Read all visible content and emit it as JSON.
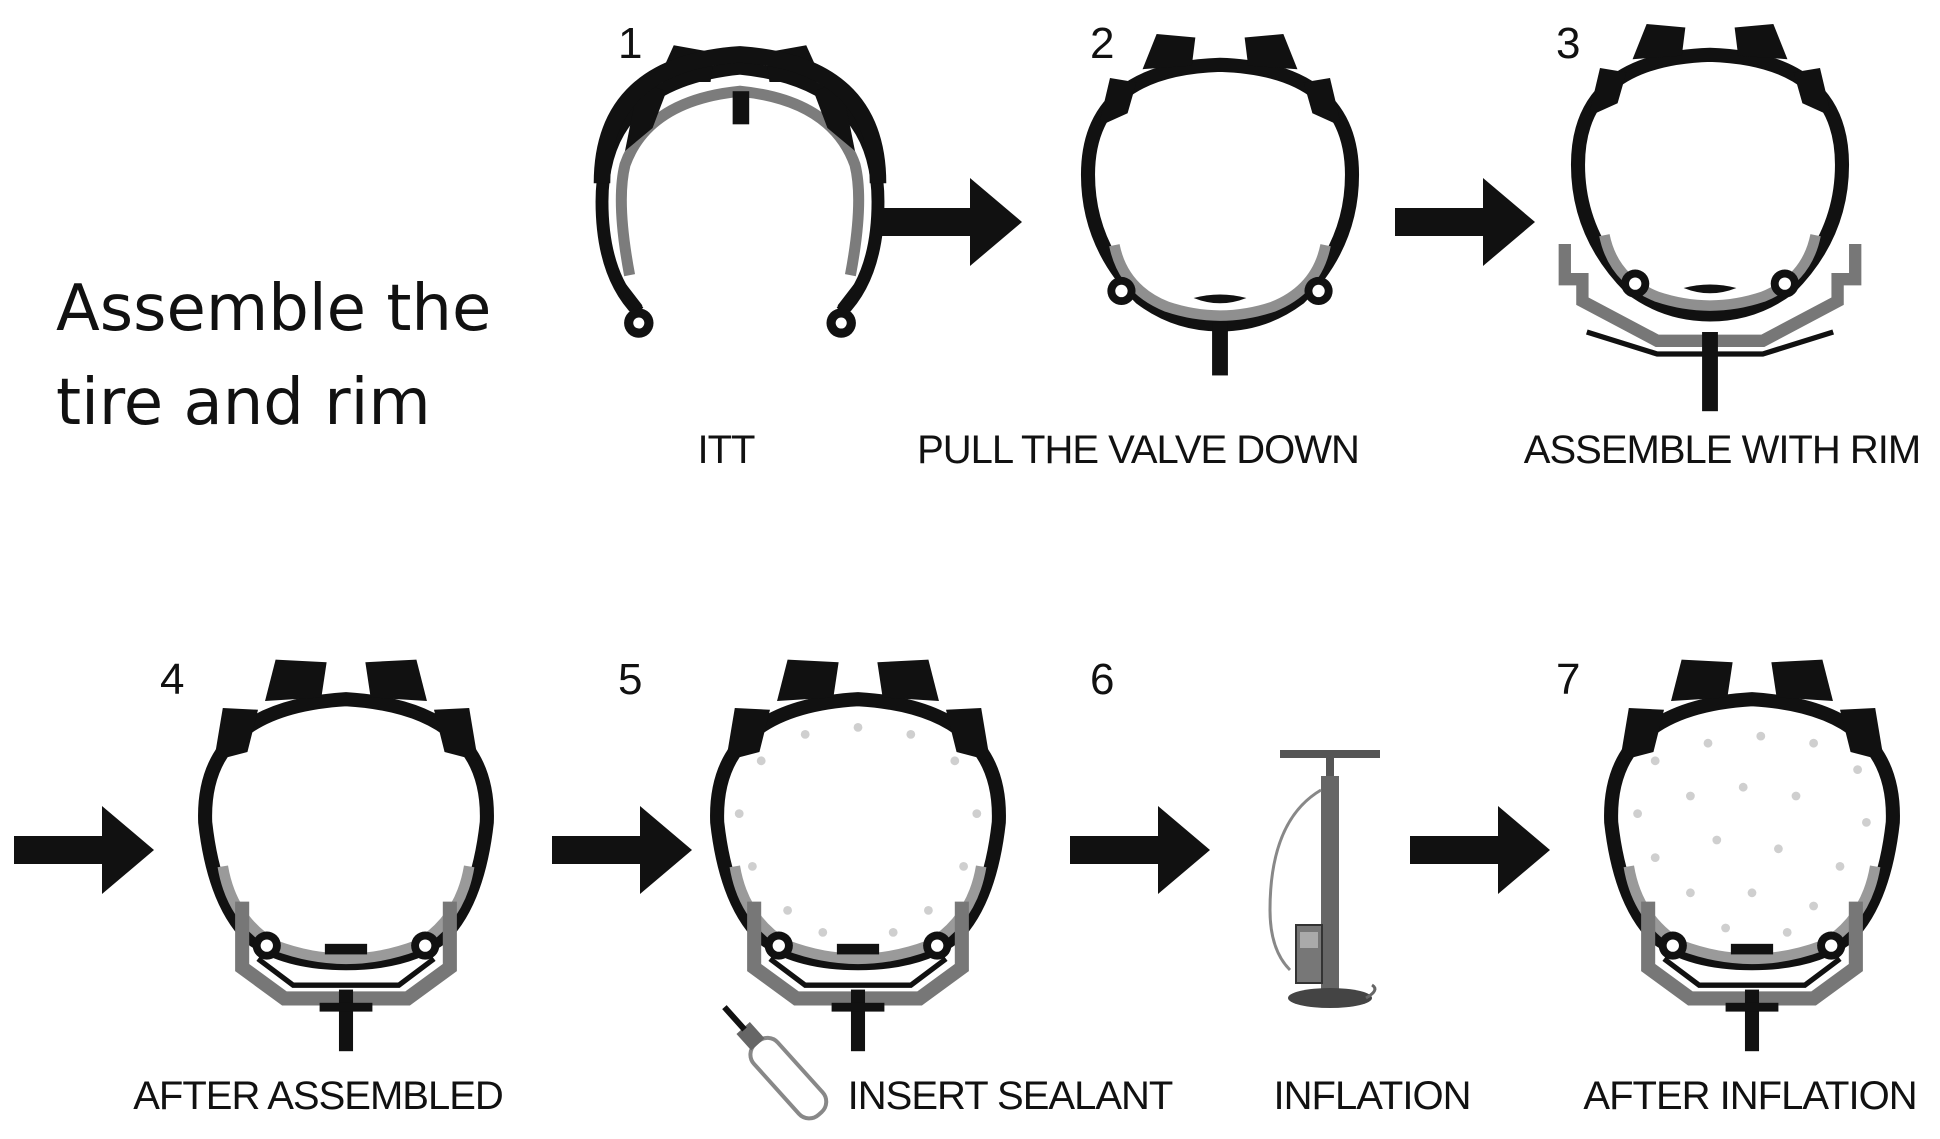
{
  "title": {
    "line1": "Assemble the",
    "line2": "tire and rim"
  },
  "steps": [
    {
      "number": "1",
      "caption": "ITT"
    },
    {
      "number": "2",
      "caption": "PULL THE VALVE DOWN"
    },
    {
      "number": "3",
      "caption": "ASSEMBLE WITH RIM"
    },
    {
      "number": "4",
      "caption": "AFTER ASSEMBLED"
    },
    {
      "number": "5",
      "caption": "INSERT SEALANT"
    },
    {
      "number": "6",
      "caption": "INFLATION"
    },
    {
      "number": "7",
      "caption": "AFTER INFLATION"
    }
  ],
  "colors": {
    "tire": "#111111",
    "rim": "#777777",
    "liner": "#9a9a9a",
    "sealant_dots": "#cfcfcf"
  },
  "icons": [
    "arrow-right-icon",
    "floor-pump-icon",
    "sealant-bottle-icon"
  ]
}
